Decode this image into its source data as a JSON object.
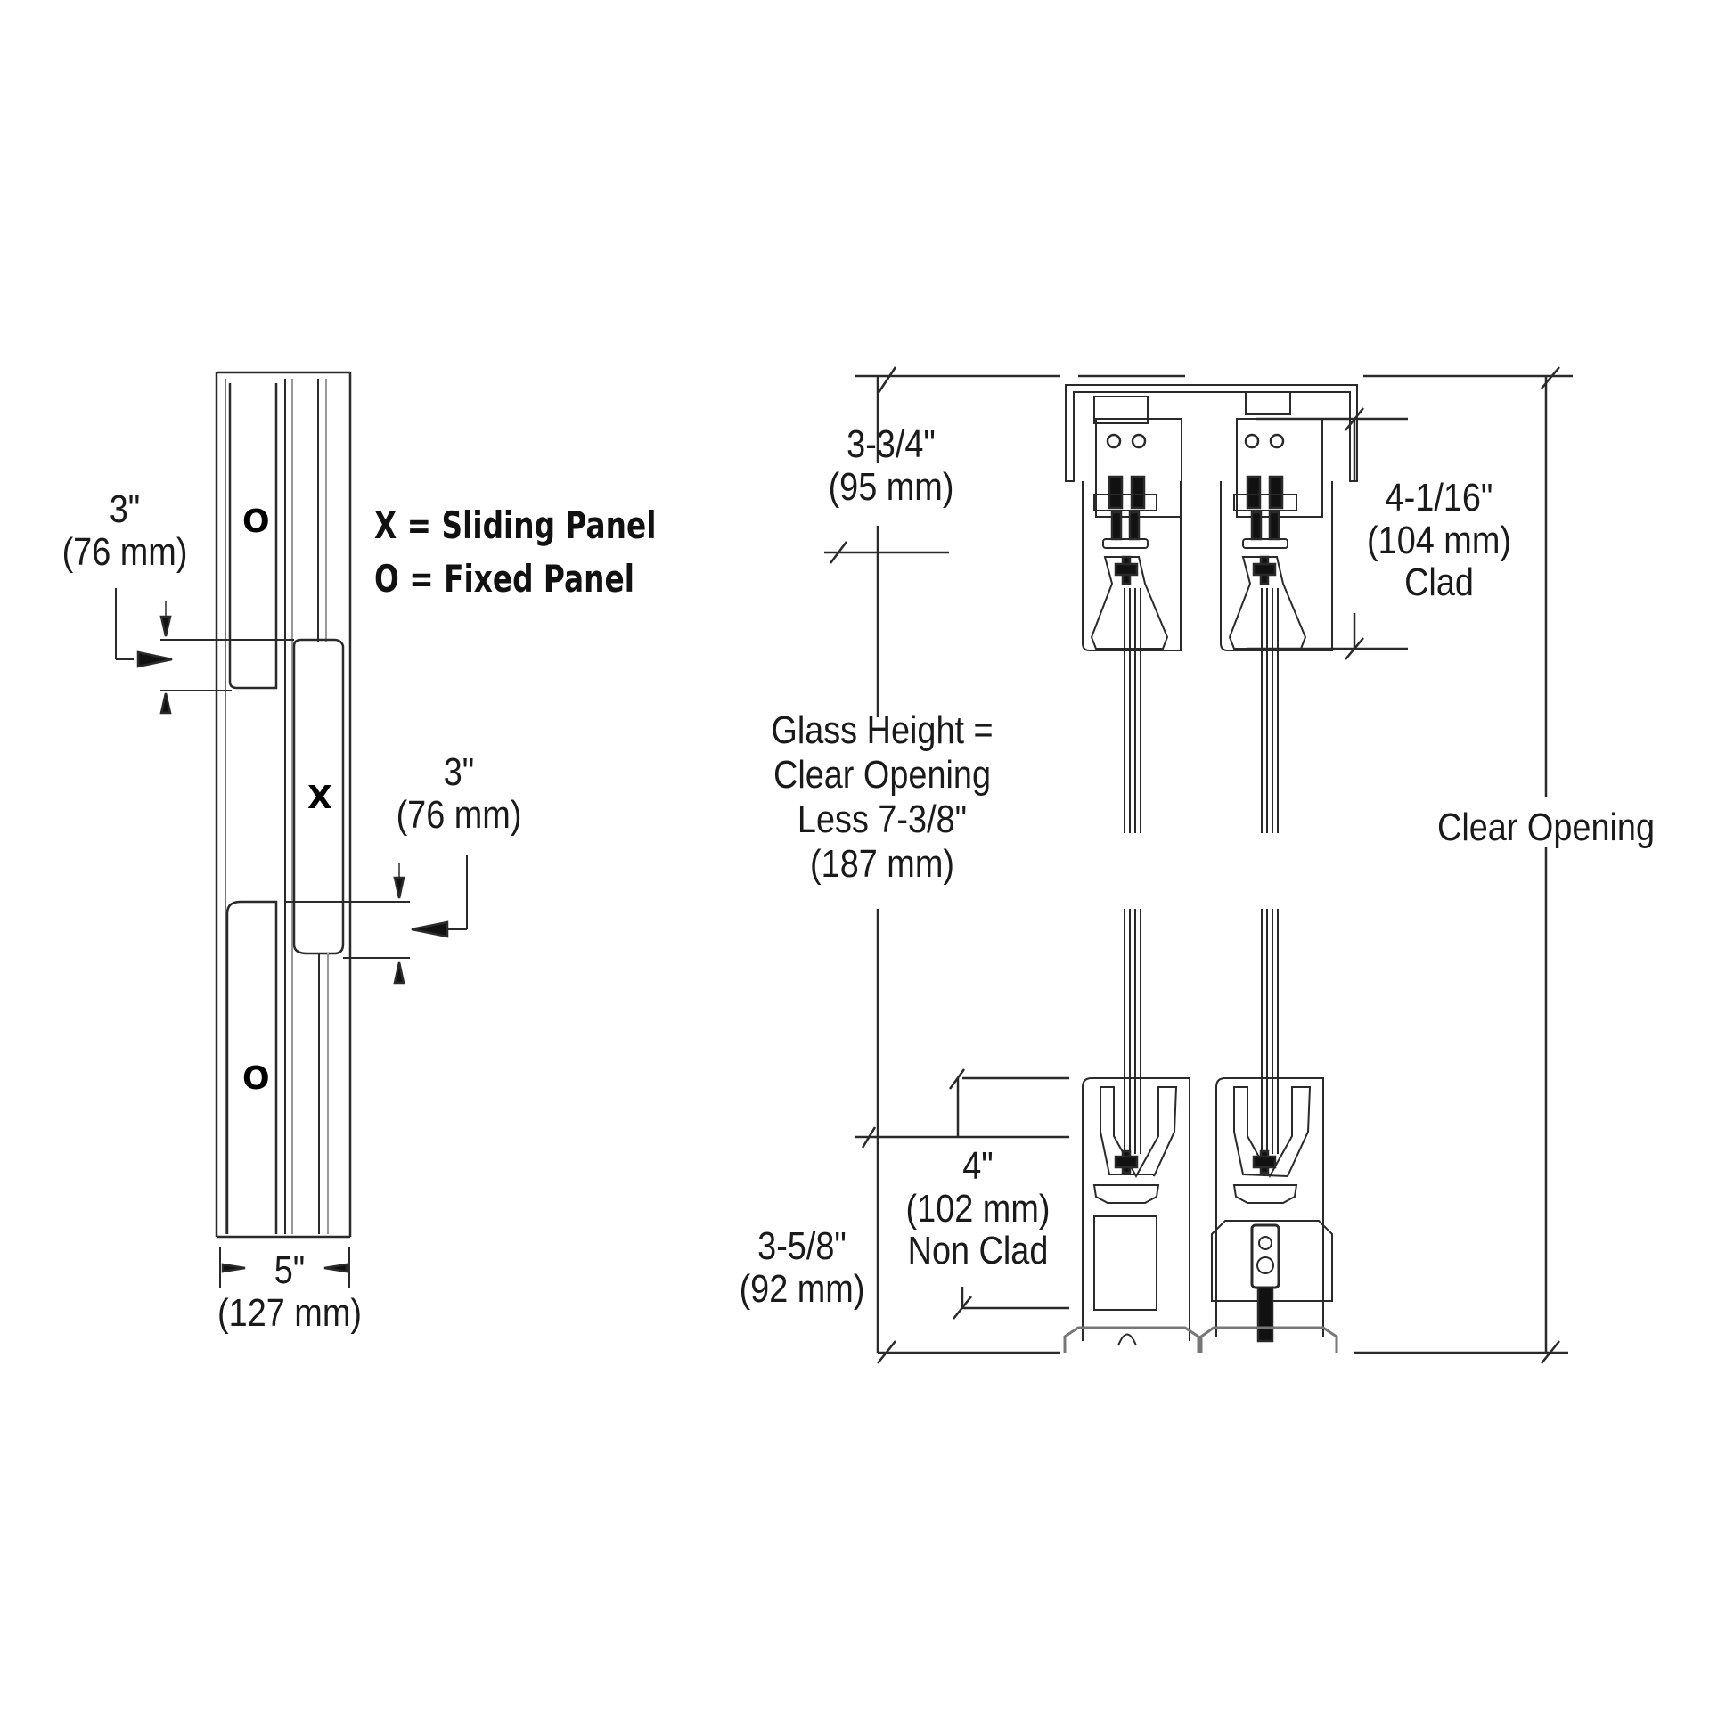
{
  "legend": {
    "sliding": "X = Sliding Panel",
    "fixed": "O = Fixed Panel"
  },
  "panel_marks": {
    "fixed_top": "O",
    "sliding": "X",
    "fixed_bottom": "O"
  },
  "left_diagram": {
    "overlap_top": {
      "inches": "3\"",
      "mm": "(76 mm)"
    },
    "overlap_bottom": {
      "inches": "3\"",
      "mm": "(76 mm)"
    },
    "width": {
      "inches": "5\"",
      "mm": "(127 mm)"
    }
  },
  "right_diagram": {
    "top_clearance": {
      "inches": "3-3/4\"",
      "mm": "(95 mm)"
    },
    "clad_height": {
      "inches": "4-1/16\"",
      "mm": "(104 mm)",
      "note": "Clad"
    },
    "glass_height": {
      "line1": "Glass Height =",
      "line2": "Clear Opening",
      "line3": "Less 7-3/8\"",
      "line4": "(187 mm)"
    },
    "clear_opening": "Clear Opening",
    "non_clad_height": {
      "inches": "4\"",
      "mm": "(102 mm)",
      "note": "Non Clad"
    },
    "bottom_clearance": {
      "inches": "3-5/8\"",
      "mm": "(92 mm)"
    }
  },
  "colors": {
    "line": "#2a2a2a",
    "light_line": "#8a8a8a",
    "background": "#ffffff"
  }
}
